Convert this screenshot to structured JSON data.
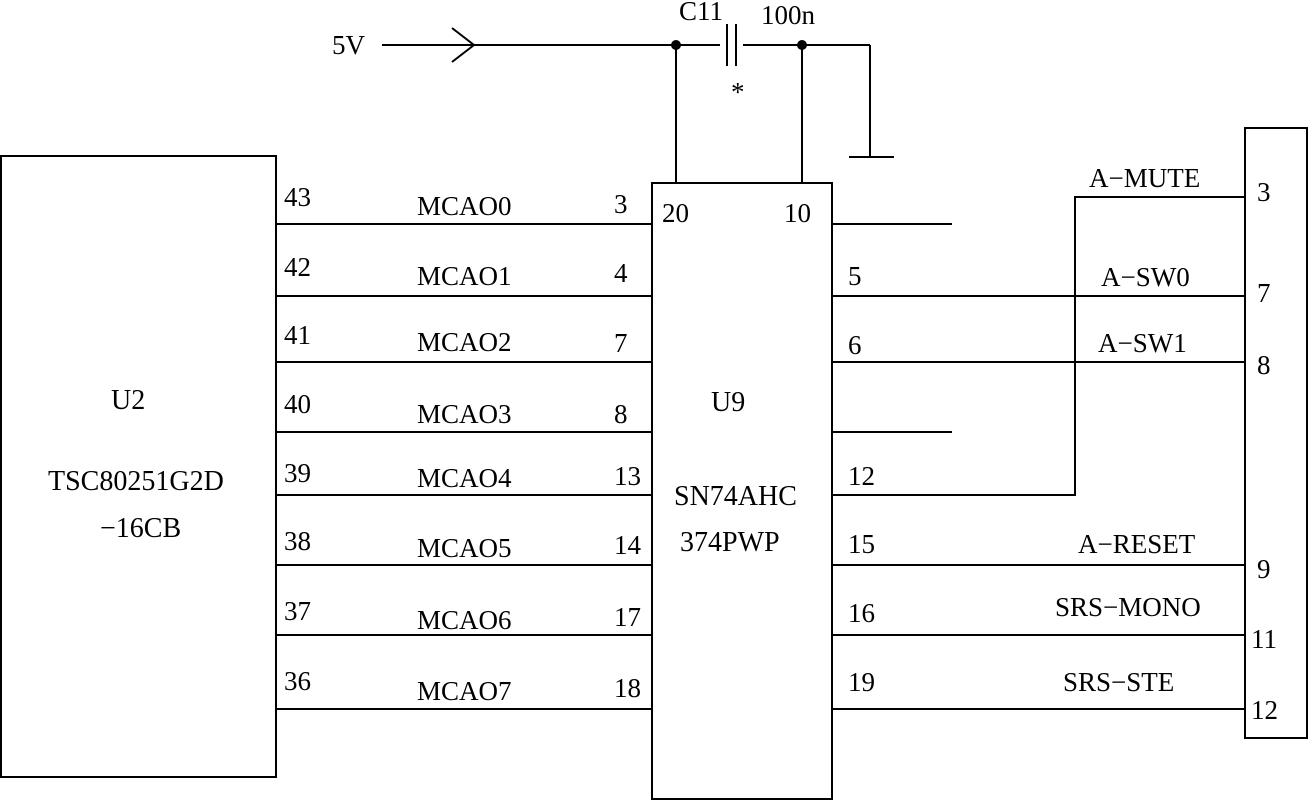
{
  "supply": {
    "label": "5V"
  },
  "capacitor": {
    "ref": "C11",
    "value": "100n",
    "note": "*"
  },
  "u2": {
    "ref": "U2",
    "part_line1": "TSC80251G2D",
    "part_line2": "−16CB"
  },
  "u9": {
    "ref": "U9",
    "part_line1": "SN74AHC",
    "part_line2": "374PWP",
    "pin_vcc": "20",
    "pin_gnd": "10"
  },
  "inputs": [
    {
      "u2_pin": "43",
      "net": "MCAO0",
      "u9_pin": "3"
    },
    {
      "u2_pin": "42",
      "net": "MCAO1",
      "u9_pin": "4"
    },
    {
      "u2_pin": "41",
      "net": "MCAO2",
      "u9_pin": "7"
    },
    {
      "u2_pin": "40",
      "net": "MCAO3",
      "u9_pin": "8"
    },
    {
      "u2_pin": "39",
      "net": "MCAO4",
      "u9_pin": "13"
    },
    {
      "u2_pin": "38",
      "net": "MCAO5",
      "u9_pin": "14"
    },
    {
      "u2_pin": "37",
      "net": "MCAO6",
      "u9_pin": "17"
    },
    {
      "u2_pin": "36",
      "net": "MCAO7",
      "u9_pin": "18"
    }
  ],
  "outputs": [
    {
      "u9_pin": "5",
      "net": "A−SW0",
      "conn_pin": "7"
    },
    {
      "u9_pin": "6",
      "net": "A−SW1",
      "conn_pin": "8"
    },
    {
      "u9_pin": "12",
      "net": "A−MUTE",
      "conn_pin": "3"
    },
    {
      "u9_pin": "15",
      "net": "A−RESET",
      "conn_pin": "9"
    },
    {
      "u9_pin": "16",
      "net": "SRS−MONO",
      "conn_pin": "11"
    },
    {
      "u9_pin": "19",
      "net": "SRS−STE",
      "conn_pin": "12"
    }
  ]
}
